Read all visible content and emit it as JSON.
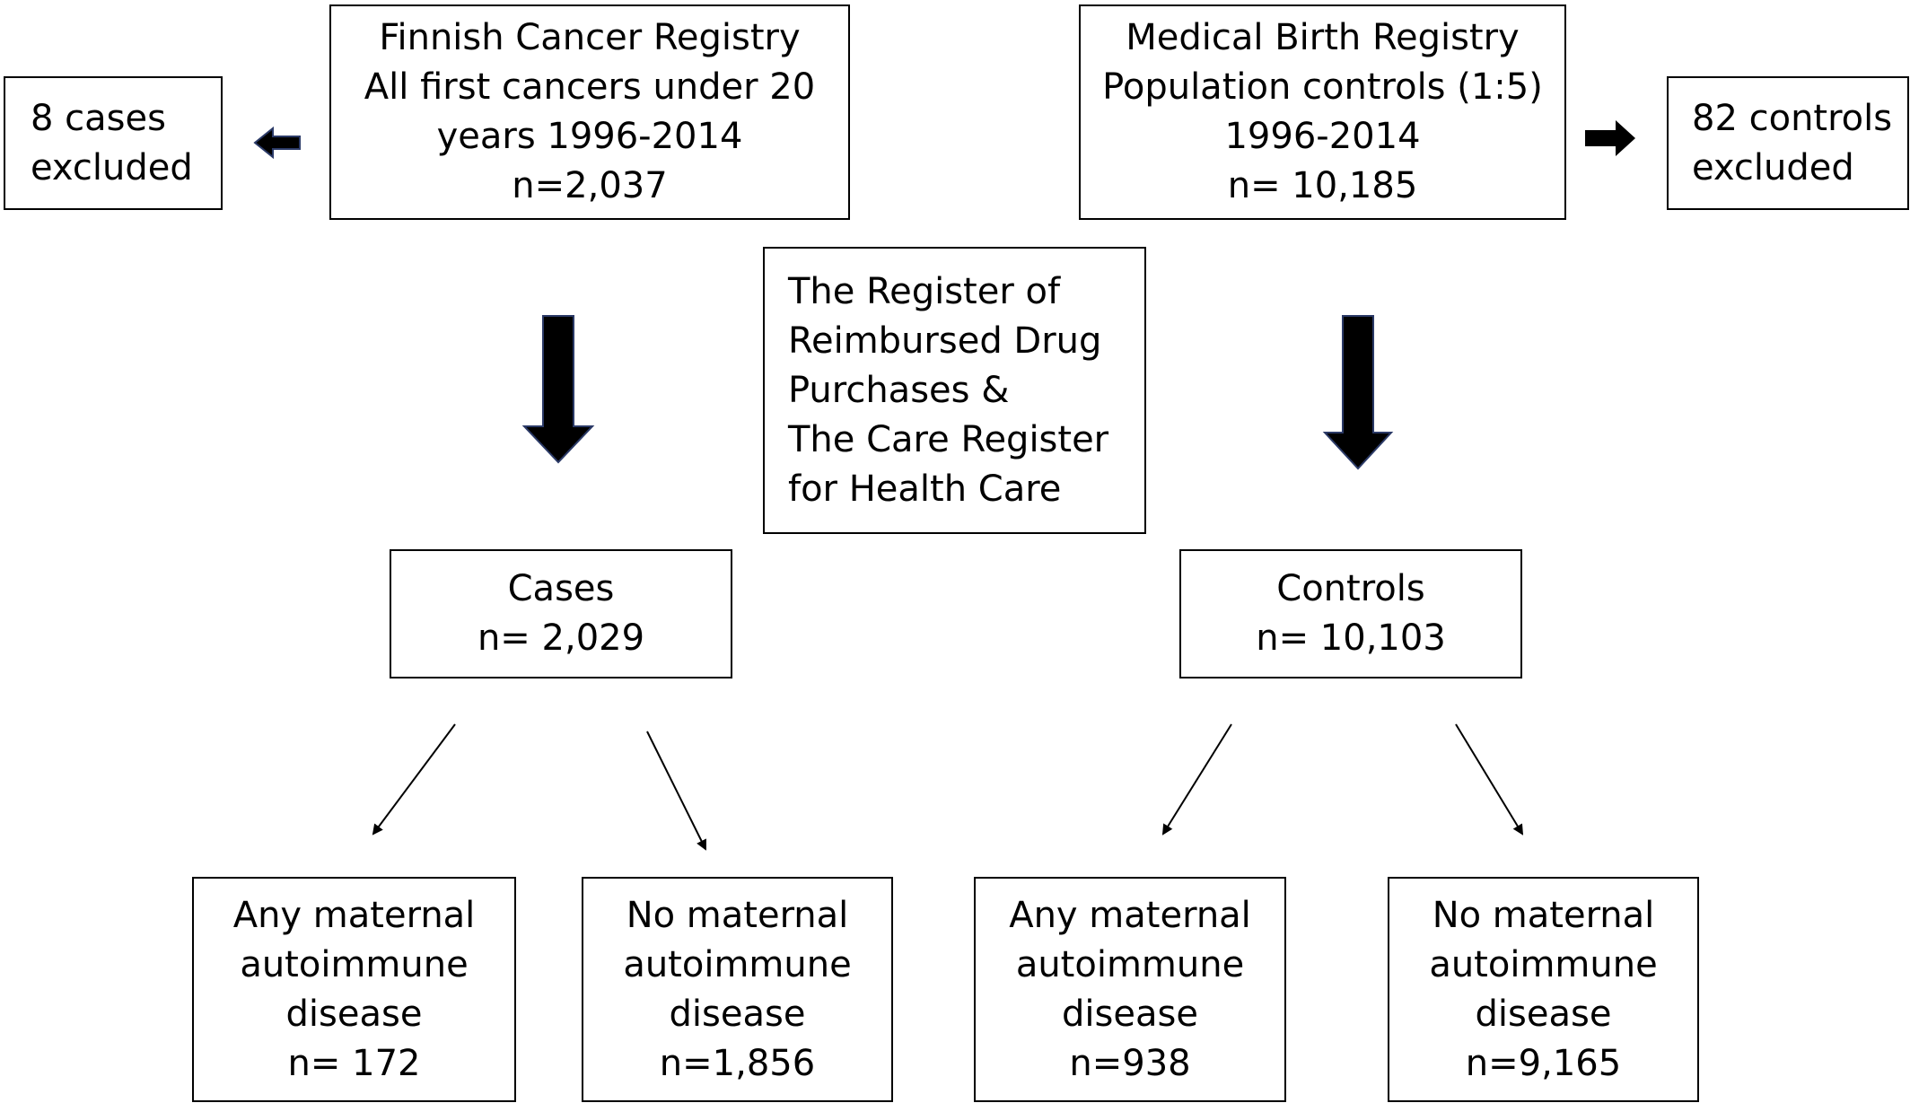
{
  "boxes": {
    "cases_excluded": [
      "8 cases",
      "excluded"
    ],
    "cancer_registry": [
      "Finnish Cancer Registry",
      "All first cancers under 20",
      "years 1996-2014",
      "n=2,037"
    ],
    "birth_registry": [
      "Medical Birth Registry",
      "Population controls (1:5)",
      "1996-2014",
      "n= 10,185"
    ],
    "controls_excluded": [
      "82 controls",
      "excluded"
    ],
    "drug_register": [
      "The Register of",
      "Reimbursed Drug",
      "Purchases &",
      "The Care Register",
      "for Health Care"
    ],
    "cases": [
      "Cases",
      "n= 2,029"
    ],
    "controls": [
      "Controls",
      "n= 10,103"
    ],
    "cases_any": [
      "Any maternal",
      "autoimmune",
      "disease",
      "n= 172"
    ],
    "cases_no": [
      "No maternal",
      "autoimmune",
      "disease",
      "n=1,856"
    ],
    "controls_any": [
      "Any maternal",
      "autoimmune",
      "disease",
      "n=938"
    ],
    "controls_no": [
      "No maternal",
      "autoimmune",
      "disease",
      "n=9,165"
    ]
  },
  "colors": {
    "arrow_fill": "#000000",
    "arrow_outline": "#2b3a67",
    "box_border": "#000000"
  }
}
